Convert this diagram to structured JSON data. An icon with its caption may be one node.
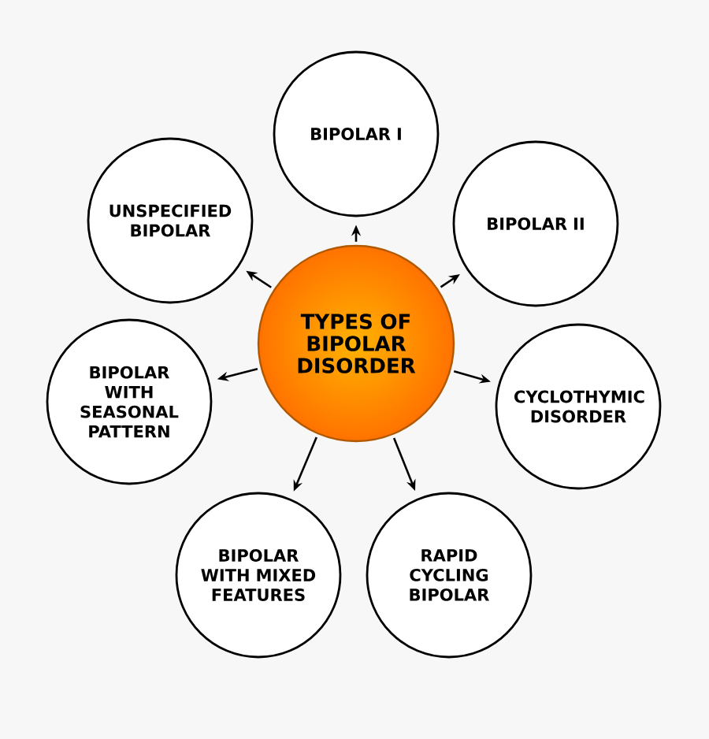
{
  "diagram": {
    "nodes": [
      {
        "text": [
          "TYPES OF BIPOLAR DISORDER"
        ]
      },
      {
        "text": [
          "BIPOLAR I"
        ]
      },
      {
        "text": [
          "BIPOLAR II"
        ]
      },
      {
        "text": [
          "CYCLOTHYMIC DISORDER"
        ]
      },
      {
        "text": [
          "RAPID CYCLING BIPOLAR"
        ]
      },
      {
        "text": [
          "BIPOLAR WITH MIXED FEATURES"
        ]
      },
      {
        "text": [
          "BIPOLAR WITH SEASONAL PATTERN"
        ]
      },
      {
        "text": [
          "UNSPECIFIED BIPOLAR"
        ]
      }
    ],
    "edges": [
      {
        "from": 0,
        "to": 1,
        "arrow": "to"
      },
      {
        "from": 0,
        "to": 2,
        "arrow": "to"
      },
      {
        "from": 0,
        "to": 3,
        "arrow": "to"
      },
      {
        "from": 0,
        "to": 4,
        "arrow": "to"
      },
      {
        "from": 0,
        "to": 5,
        "arrow": "to"
      },
      {
        "from": 0,
        "to": 6,
        "arrow": "to"
      },
      {
        "from": 0,
        "to": 7,
        "arrow": "to"
      }
    ]
  }
}
